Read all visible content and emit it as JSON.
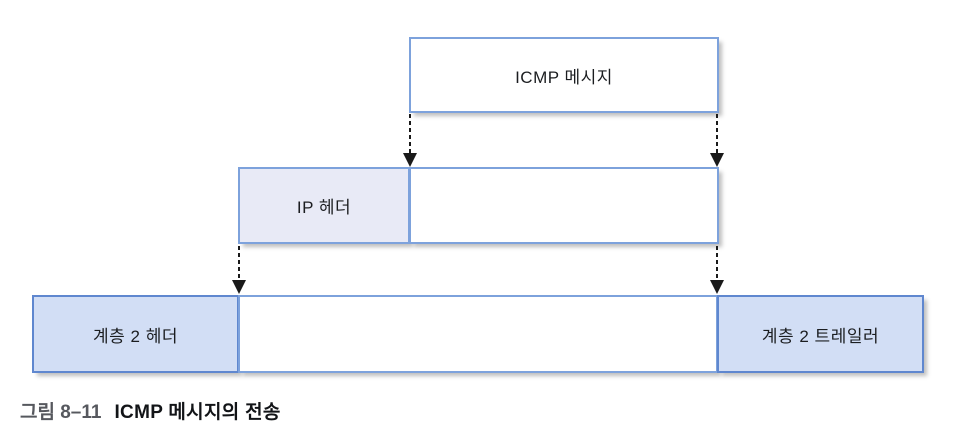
{
  "diagram": {
    "icmp_box": {
      "label": "ICMP 메시지"
    },
    "ip_row": {
      "header_label": "IP 헤더",
      "data_label": ""
    },
    "layer2_row": {
      "header_label": "계층 2 헤더",
      "data_label": "",
      "trailer_label": "계층 2 트레일러"
    }
  },
  "caption": {
    "figure_number": "그림 8–11",
    "title": "ICMP 메시지의 전송"
  },
  "colors": {
    "box_border_light": "#7da2dc",
    "box_border_dark": "#5f87cf",
    "fill_light": "#e8eaf6",
    "fill_medium": "#d2def5",
    "arrow_color": "#1a1a1a",
    "label_color": "#1b1d20",
    "caption_number_color": "#56585e",
    "caption_title_color": "#121417",
    "bg": "#ffffff"
  }
}
